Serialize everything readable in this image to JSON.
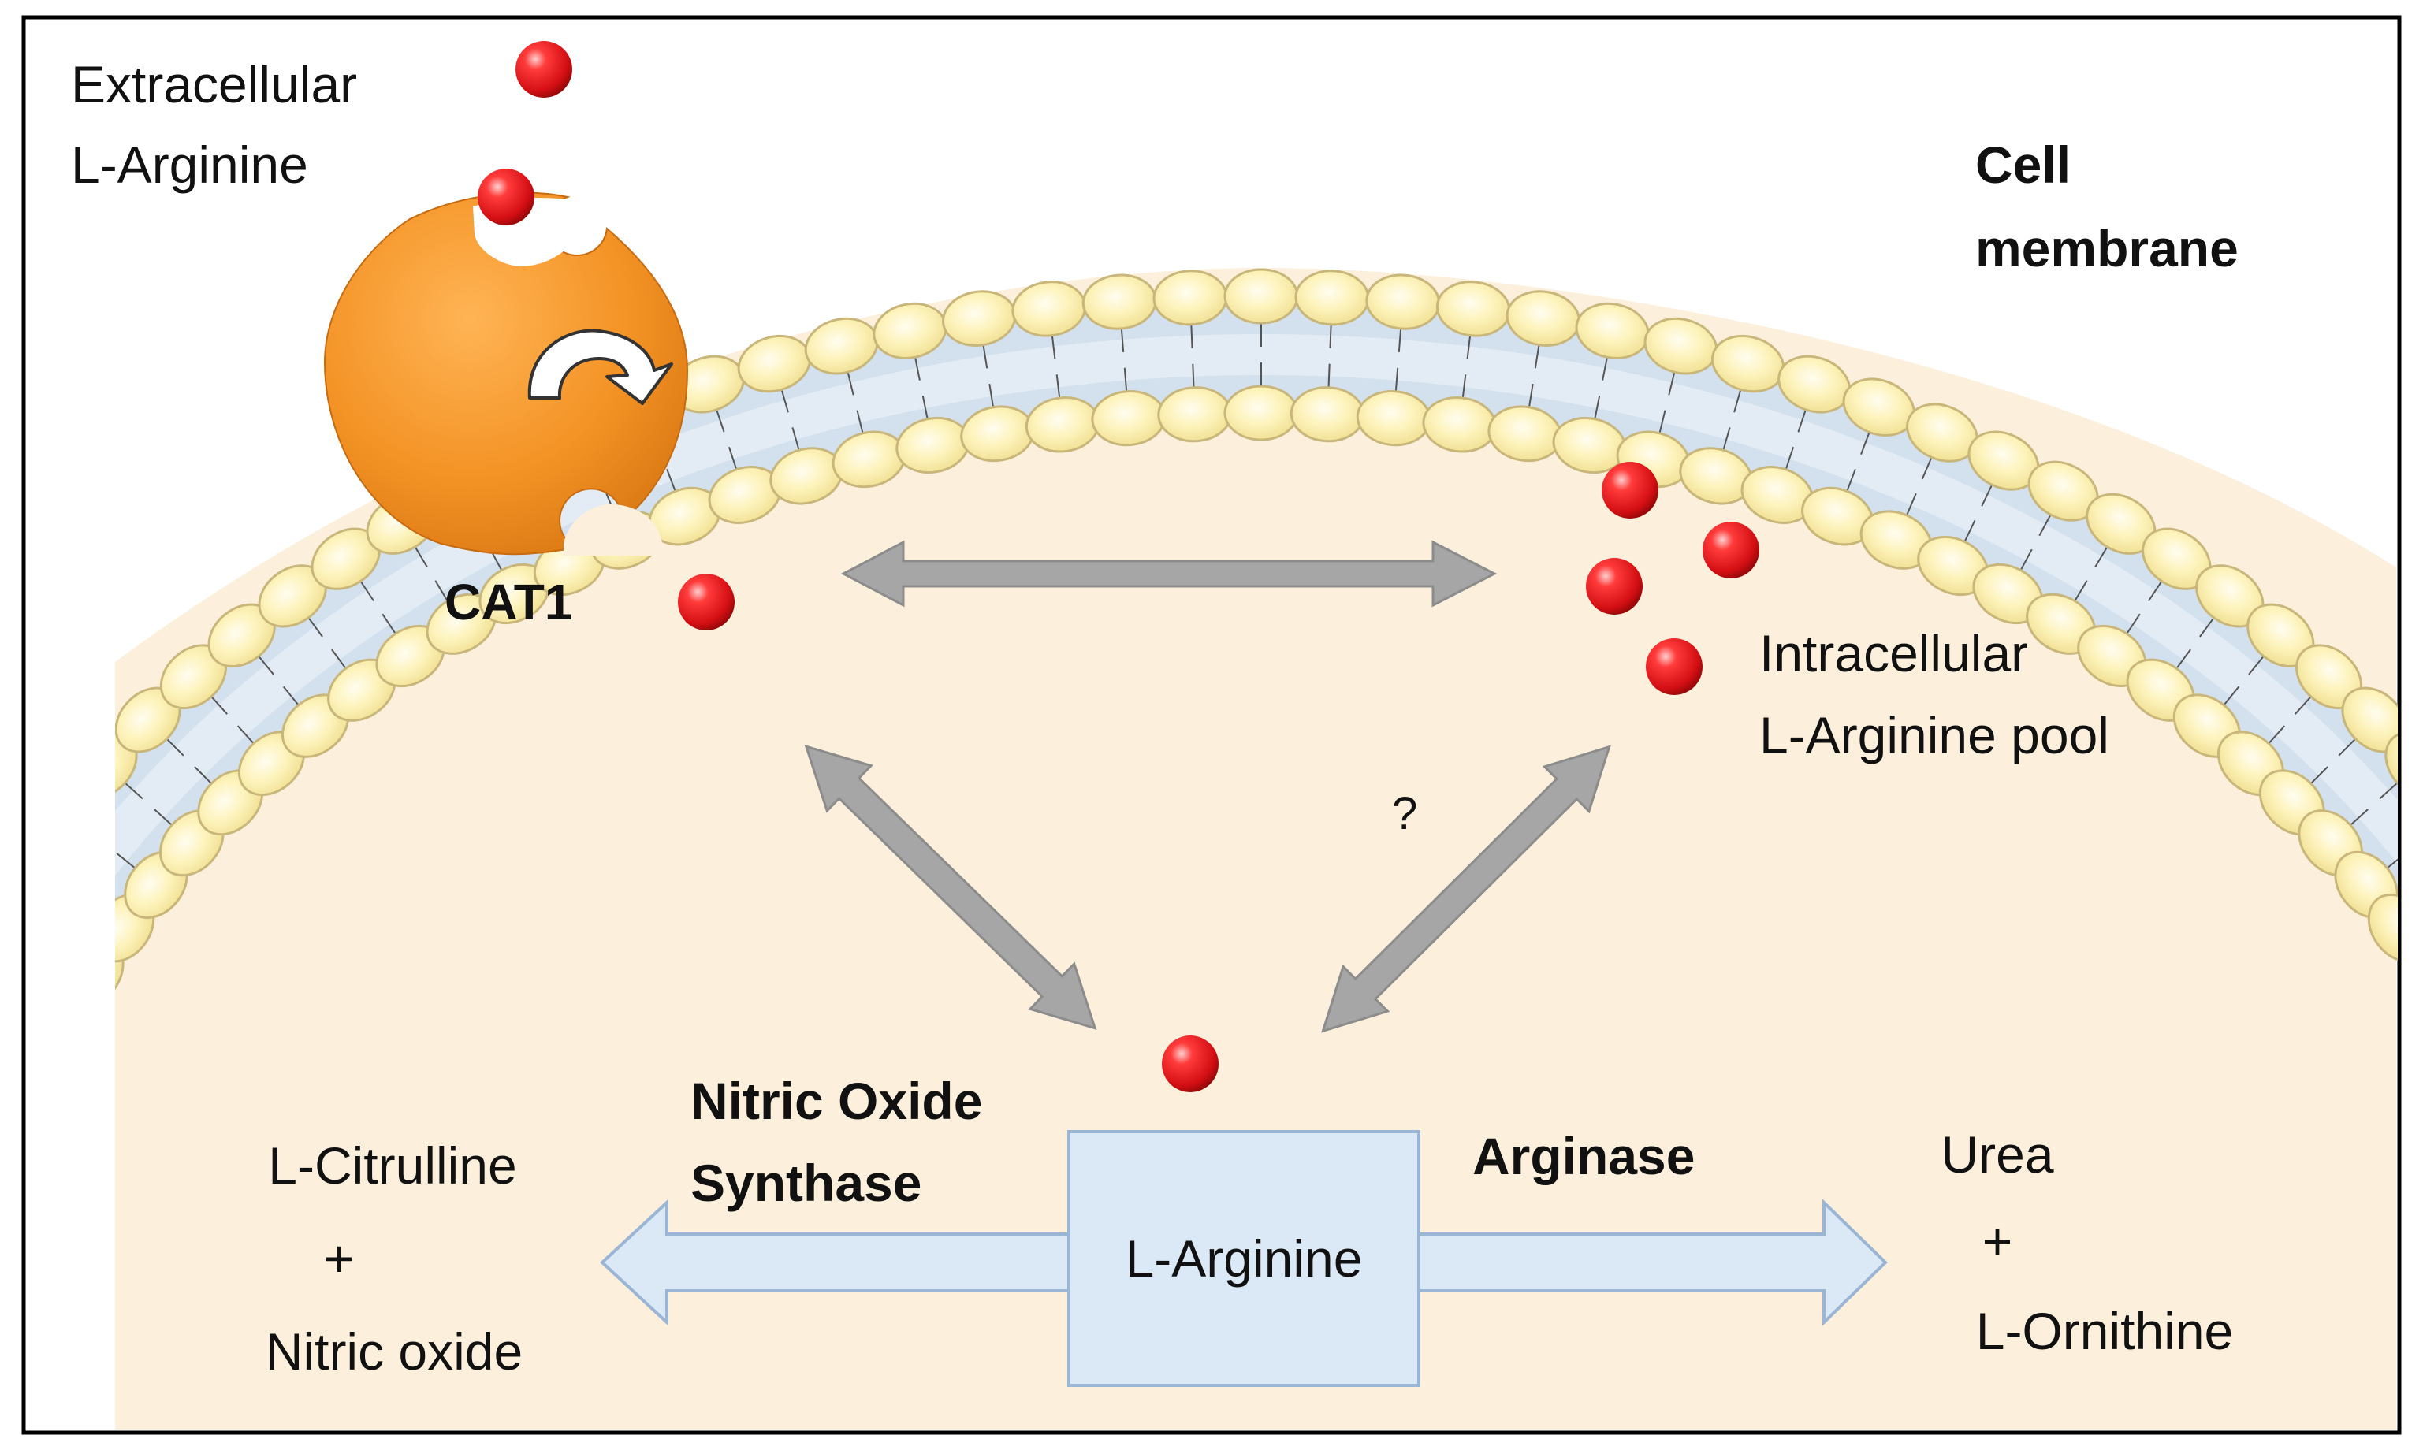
{
  "labels": {
    "extracellular_line1": "Extracellular",
    "extracellular_line2": "L-Arginine",
    "cell_membrane_line1": "Cell",
    "cell_membrane_line2": "membrane",
    "transporter": "CAT1",
    "intracellular_line1": "Intracellular",
    "intracellular_line2": "L-Arginine pool",
    "question_mark": "?",
    "nos_line1": "Nitric Oxide",
    "nos_line2": "Synthase",
    "arginase": "Arginase",
    "center_substrate": "L-Arginine",
    "left_product_line1": "L-Citrulline",
    "left_product_plus": "+",
    "left_product_line2": "Nitric oxide",
    "right_product_line1": "Urea",
    "right_product_plus": "+",
    "right_product_line2": "L-Ornithine"
  },
  "colors": {
    "cytoplasm": "#fcf0dc",
    "membrane_band": "#d5e2ee",
    "lipid_head_fill": "#fbf0a8",
    "lipid_head_stroke": "#c9b67a",
    "transporter": "#f39224",
    "molecule": "#e3161c",
    "grey_arrow": "#a6a6a6",
    "enzyme_arrow": "#dbe8f5",
    "enzyme_arrow_stroke": "#9bb6d4"
  },
  "icons": [
    "transport-rotation-arrow-icon",
    "l-arginine-molecule-icon"
  ]
}
